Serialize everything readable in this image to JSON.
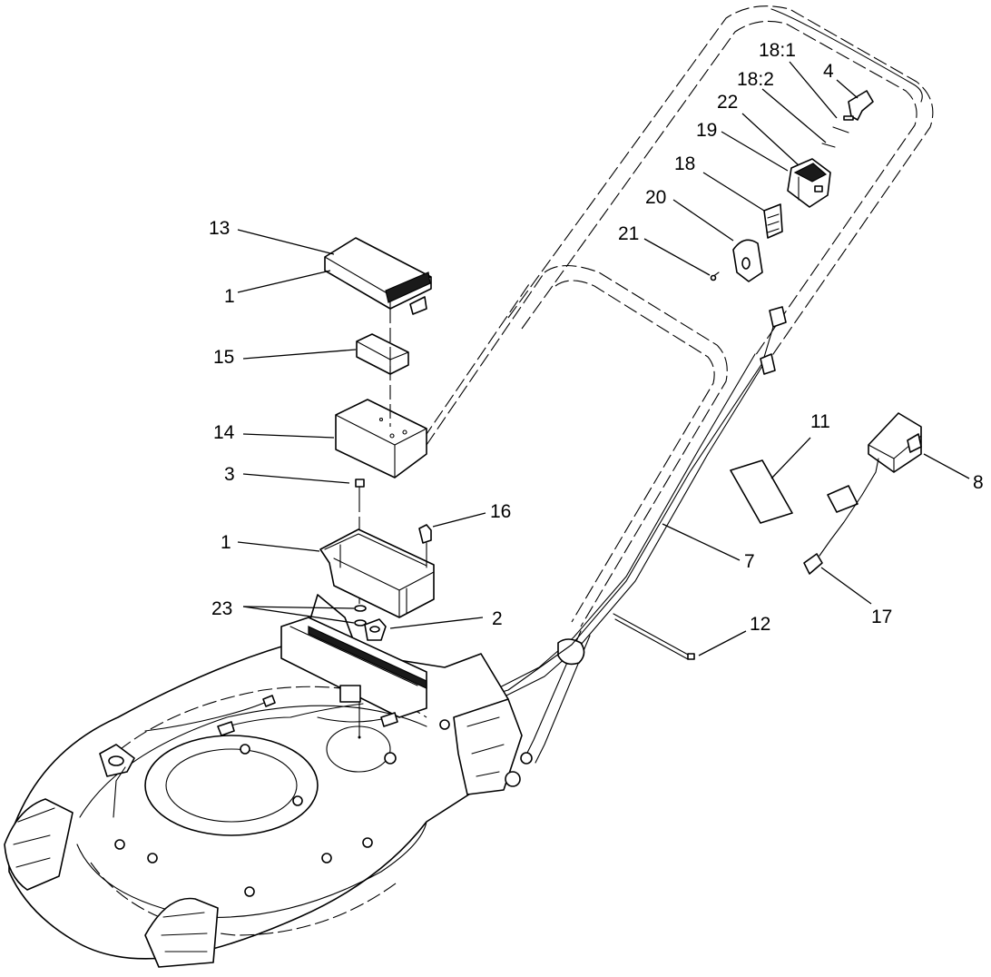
{
  "diagram": {
    "callouts": [
      {
        "id": "c13",
        "label": "13"
      },
      {
        "id": "c1a",
        "label": "1"
      },
      {
        "id": "c15",
        "label": "15"
      },
      {
        "id": "c14",
        "label": "14"
      },
      {
        "id": "c3",
        "label": "3"
      },
      {
        "id": "c1b",
        "label": "1"
      },
      {
        "id": "c23",
        "label": "23"
      },
      {
        "id": "c2",
        "label": "2"
      },
      {
        "id": "c16",
        "label": "16"
      },
      {
        "id": "c7",
        "label": "7"
      },
      {
        "id": "c11",
        "label": "11"
      },
      {
        "id": "c8",
        "label": "8"
      },
      {
        "id": "c17",
        "label": "17"
      },
      {
        "id": "c12",
        "label": "12"
      },
      {
        "id": "c18_1",
        "label": "18:1"
      },
      {
        "id": "c4",
        "label": "4"
      },
      {
        "id": "c18_2",
        "label": "18:2"
      },
      {
        "id": "c22",
        "label": "22"
      },
      {
        "id": "c19",
        "label": "19"
      },
      {
        "id": "c18",
        "label": "18"
      },
      {
        "id": "c20",
        "label": "20"
      },
      {
        "id": "c21",
        "label": "21"
      }
    ]
  }
}
